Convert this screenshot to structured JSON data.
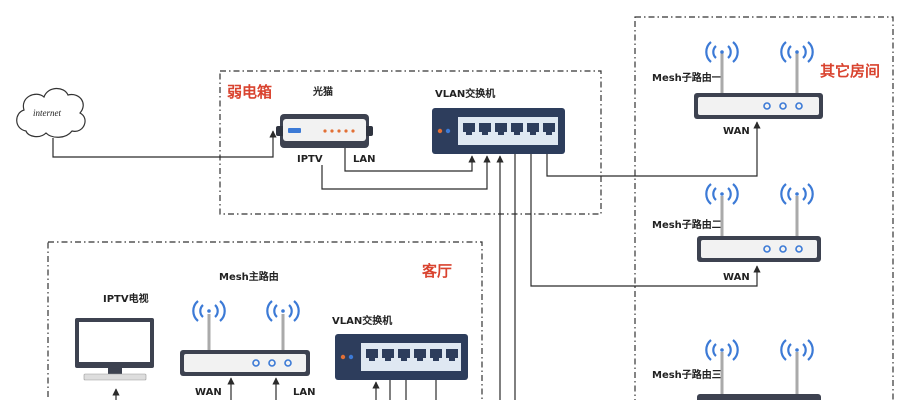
{
  "regions": {
    "weak_box": "弱电箱",
    "other_rooms": "其它房间",
    "living_room": "客厅"
  },
  "devices": {
    "internet_cloud": "internet",
    "modem": {
      "label": "光猫",
      "port_iptv": "IPTV",
      "port_lan": "LAN"
    },
    "switch_top": {
      "label": "VLAN交换机"
    },
    "switch_living": {
      "label": "VLAN交换机"
    },
    "main_router": {
      "label": "Mesh主路由",
      "port_wan": "WAN",
      "port_lan": "LAN"
    },
    "iptv": {
      "label": "IPTV电视"
    },
    "sub_router_1": {
      "label": "Mesh子路由一",
      "port_wan": "WAN"
    },
    "sub_router_2": {
      "label": "Mesh子路由二",
      "port_wan": "WAN"
    },
    "sub_router_3": {
      "label": "Mesh子路由三"
    }
  },
  "colors": {
    "device_dark": "#3d4250",
    "switch_navy": "#2d3d5c",
    "port_panel": "#dfe8f2",
    "led_blue": "#3c7ad6",
    "led_orange": "#e27036",
    "region_red": "#d9432f"
  }
}
